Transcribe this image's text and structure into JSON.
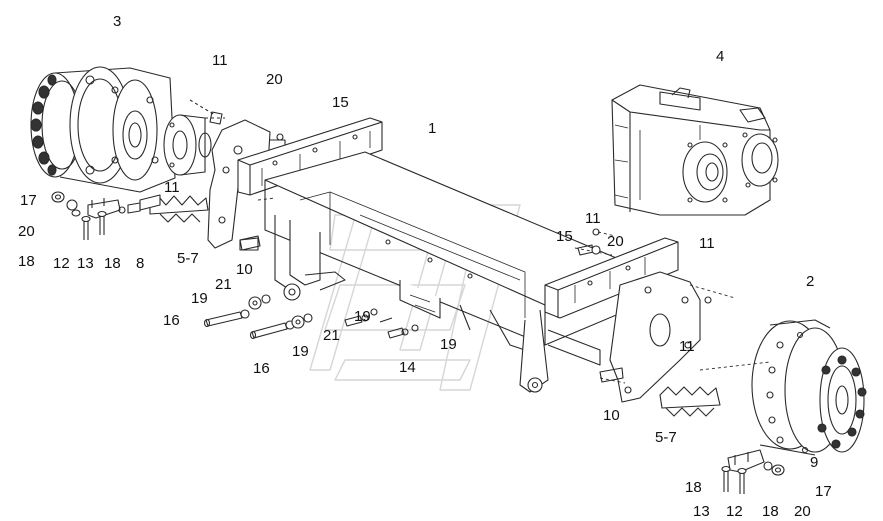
{
  "callouts": {
    "c3": "3",
    "c4": "4",
    "c2": "2",
    "c1": "1",
    "c11a": "11",
    "c20a": "20",
    "c15a": "15",
    "c11b": "11",
    "c17a": "17",
    "c20b": "20",
    "c18a": "18",
    "c12a": "12",
    "c13a": "13",
    "c18b": "18",
    "c8": "8",
    "c57a": "5-7",
    "c10a": "10",
    "c21a": "21",
    "c19a": "19",
    "c16a": "16",
    "c11c": "11",
    "c15b": "15",
    "c20c": "20",
    "c11d": "11",
    "c19b": "19",
    "c21b": "21",
    "c19c": "19",
    "c19d": "19",
    "c16b": "16",
    "c14": "14",
    "c11e": "11",
    "c10b": "10",
    "c57b": "5-7",
    "c9": "9",
    "c18c": "18",
    "c17b": "17",
    "c13b": "13",
    "c12b": "12",
    "c18d": "18",
    "c20d": "20"
  },
  "colors": {
    "line": "#2a2a2a",
    "watermark": "#d8d8d8"
  }
}
